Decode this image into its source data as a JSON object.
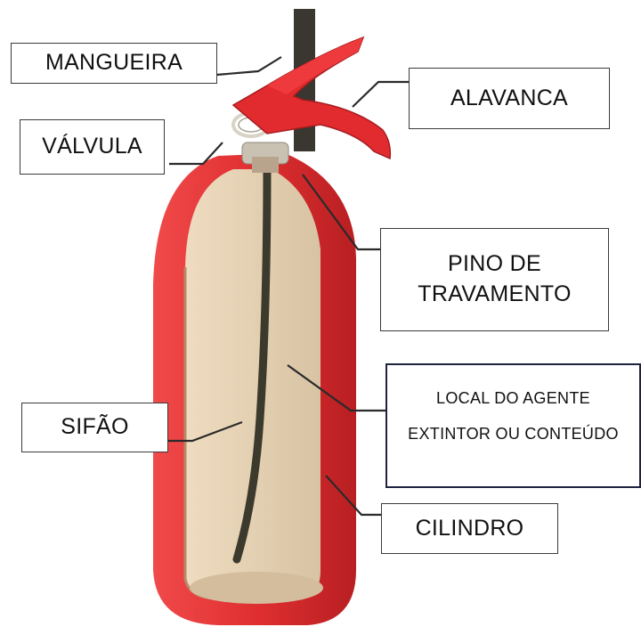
{
  "colors": {
    "body_red": "#d9282c",
    "body_red_dark": "#a51c20",
    "interior": "#e2cfb1",
    "siphon": "#3b3a2c",
    "leader": "#2a2a2a"
  },
  "labels": {
    "mangueira": "MANGUEIRA",
    "alavanca": "ALAVANCA",
    "valvula": "VÁLVULA",
    "pino": [
      "PINO DE",
      "TRAVAMENTO"
    ],
    "local": [
      "LOCAL DO AGENTE",
      "EXTINTOR OU CONTEÚDO"
    ],
    "sifao": "SIFÃO",
    "cilindro": "CILINDRO"
  }
}
